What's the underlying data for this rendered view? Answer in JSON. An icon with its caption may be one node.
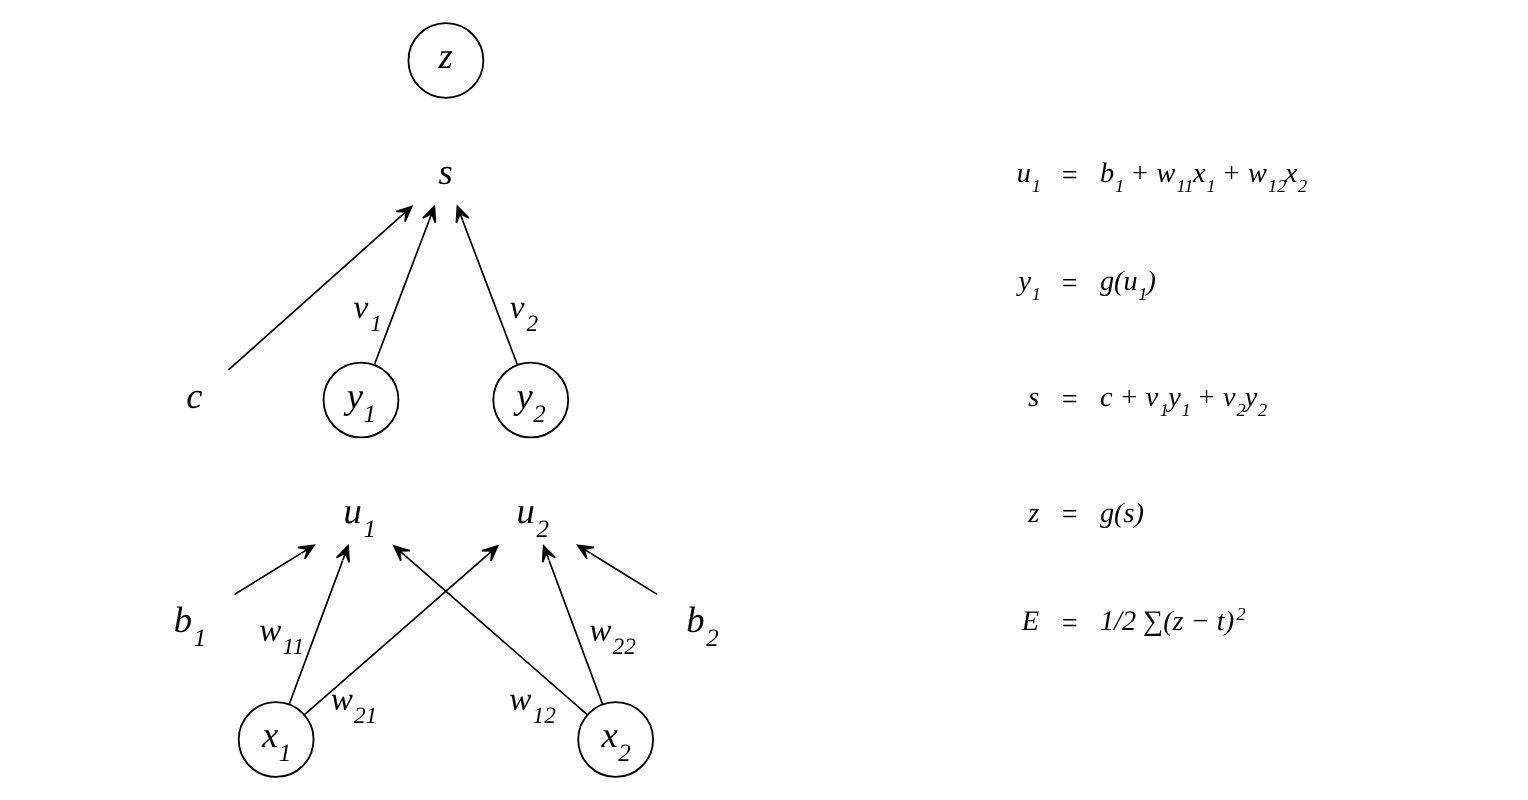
{
  "diagram": {
    "nodes": [
      {
        "text": [
          "z"
        ]
      },
      {
        "text": [
          "s"
        ]
      },
      {
        "text": [
          "c"
        ]
      },
      {
        "text": [
          "y$_{1}$"
        ]
      },
      {
        "text": [
          "y$_{2}$"
        ]
      },
      {
        "text": [
          "u$_{1}$"
        ]
      },
      {
        "text": [
          "u$_{2}$"
        ]
      },
      {
        "text": [
          "b$_{1}$"
        ]
      },
      {
        "text": [
          "b$_{2}$"
        ]
      },
      {
        "text": [
          "x$_{1}$"
        ]
      },
      {
        "text": [
          "x$_{2}$"
        ]
      }
    ],
    "edges": [
      {
        "from": 7,
        "to": 5,
        "arrow": "to"
      },
      {
        "from": 9,
        "to": 5,
        "arrow": "to",
        "label": "w$_{11}$"
      },
      {
        "from": 10,
        "to": 5,
        "arrow": "to",
        "label": "w$_{12}$"
      },
      {
        "from": 8,
        "to": 6,
        "arrow": "to"
      },
      {
        "from": 9,
        "to": 6,
        "arrow": "to",
        "label": "w$_{21}$"
      },
      {
        "from": 10,
        "to": 6,
        "arrow": "to",
        "label": "w$_{22}$"
      },
      {
        "from": 3,
        "to": 1,
        "arrow": "to",
        "label": "v$_{1}$"
      },
      {
        "from": 4,
        "to": 1,
        "arrow": "to",
        "label": "v$_{2}$"
      },
      {
        "from": 2,
        "to": 1,
        "arrow": "to"
      }
    ],
    "labels": [
      "u$_{1}$",
      "=",
      "b$_{1}$ + w$_{11}$x$_{1}$ + w$_{12}$x$_{2}$",
      "y$_{1}$",
      "=",
      "g(u$_{1}$)",
      "s",
      "=",
      "c + v$_{1}$y$_{1}$ + v$_{2}$y$_{2}$",
      "z",
      "=",
      "g(s)",
      "E",
      "=",
      "1/2 ∑(z − t)$^{2}$"
    ]
  }
}
